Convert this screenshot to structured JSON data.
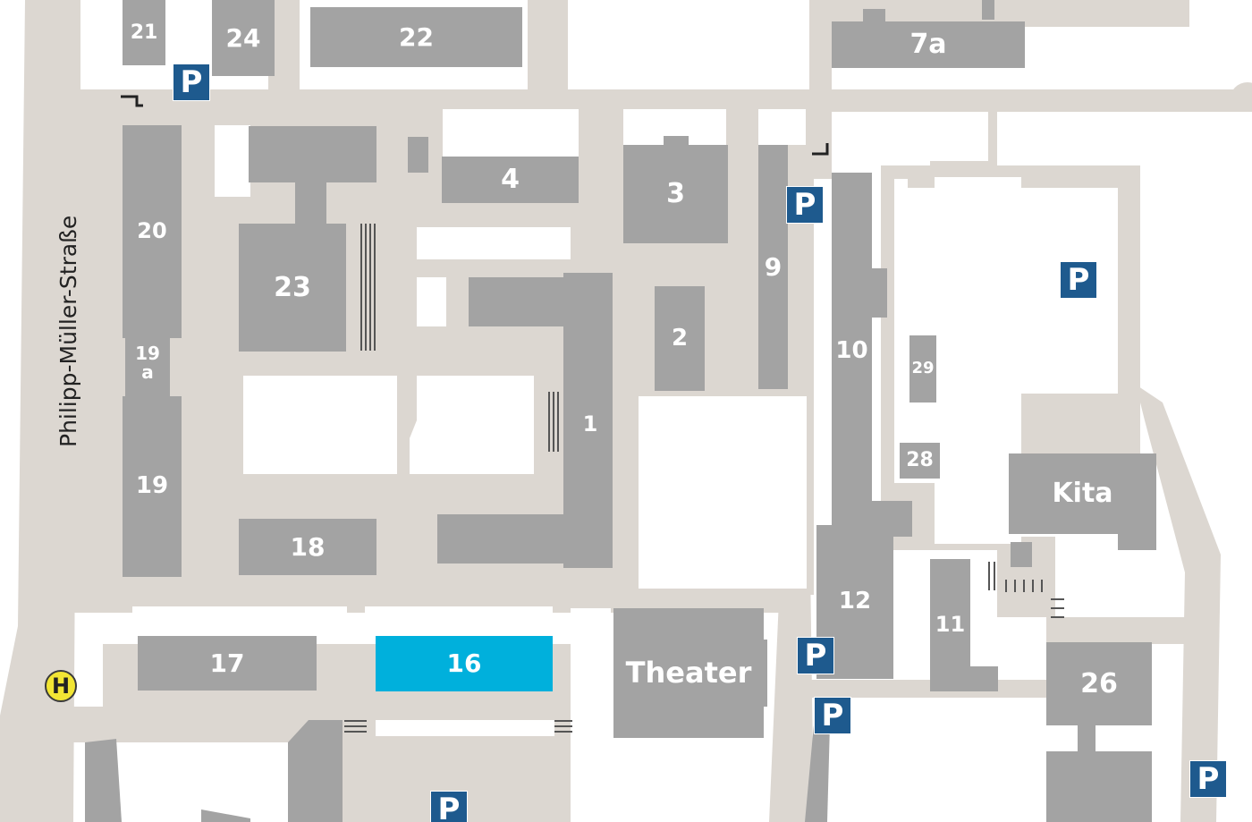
{
  "street_name": "Philipp-Müller-Straße",
  "bus_stop": {
    "symbol": "H"
  },
  "parking": {
    "symbol": "P"
  },
  "highlight_color": "#00b0dc",
  "building_color": "#a3a3a3",
  "path_color": "#dcd7d1",
  "buildings": {
    "b21": "21",
    "b24": "24",
    "b22": "22",
    "b7a": "7a",
    "b20": "20",
    "b23": "23",
    "b4": "4",
    "b3": "3",
    "b9": "9",
    "b10": "10",
    "b2": "2",
    "b29": "29",
    "b19a_top": "19",
    "b19a_bottom": "a",
    "b1": "1",
    "b19": "19",
    "b28": "28",
    "b18": "18",
    "kita": "Kita",
    "b12": "12",
    "b11": "11",
    "b17": "17",
    "b16": "16",
    "theater": "Theater",
    "b26": "26"
  }
}
